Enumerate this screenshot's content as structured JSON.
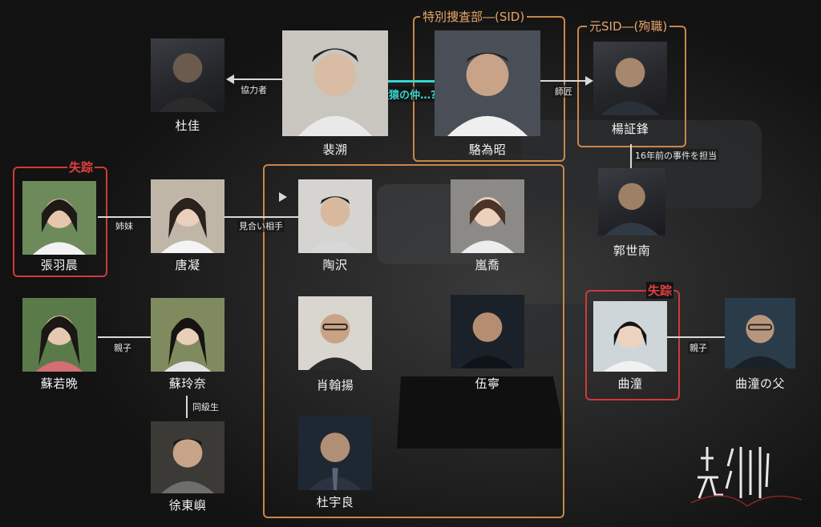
{
  "groups": {
    "sid_title": "特別捜査部―(SID)",
    "former_sid_title": "元SID―(殉職)",
    "missing_label_1": "失踪",
    "missing_label_2": "失踪"
  },
  "people": [
    {
      "id": "du-jia",
      "name": "杜佳"
    },
    {
      "id": "fei-du",
      "name": "裴溯"
    },
    {
      "id": "luo-weizhao",
      "name": "駱為昭"
    },
    {
      "id": "yang-zhengfeng",
      "name": "楊証鋒"
    },
    {
      "id": "guo-shinan",
      "name": "郭世南"
    },
    {
      "id": "zhang-yuchen",
      "name": "張羽晨"
    },
    {
      "id": "tang-ning",
      "name": "唐凝"
    },
    {
      "id": "tao-ze",
      "name": "陶沢"
    },
    {
      "id": "lan-qiao",
      "name": "嵐喬"
    },
    {
      "id": "su-ruowan",
      "name": "蘇若晩"
    },
    {
      "id": "su-lingnai",
      "name": "蘇玲奈"
    },
    {
      "id": "xiao-hanyang",
      "name": "肖翰揚"
    },
    {
      "id": "wu-ning",
      "name": "伍寧"
    },
    {
      "id": "qu-tong",
      "name": "曲潼"
    },
    {
      "id": "qu-tong-father",
      "name": "曲潼の父"
    },
    {
      "id": "xu-dongyu",
      "name": "徐東嶼"
    },
    {
      "id": "du-yuliang",
      "name": "杜宇良"
    }
  ],
  "relations": {
    "collaborator": "協力者",
    "dog_monkey": "犬猿の仲…?",
    "mentor": "師匠",
    "in_charge_case": "16年前の事件を担当",
    "sisters": "姉妹",
    "matchmaking": "見合い相手",
    "parent_child_1": "親子",
    "parent_child_2": "親子",
    "classmates": "同級生"
  },
  "colors": {
    "group_border": "#c8874a",
    "missing_border": "#d0393b",
    "highlight": "#35d6d0"
  },
  "logo": {
    "title": "光淵",
    "subtitle": "Guardian of the Dark"
  }
}
